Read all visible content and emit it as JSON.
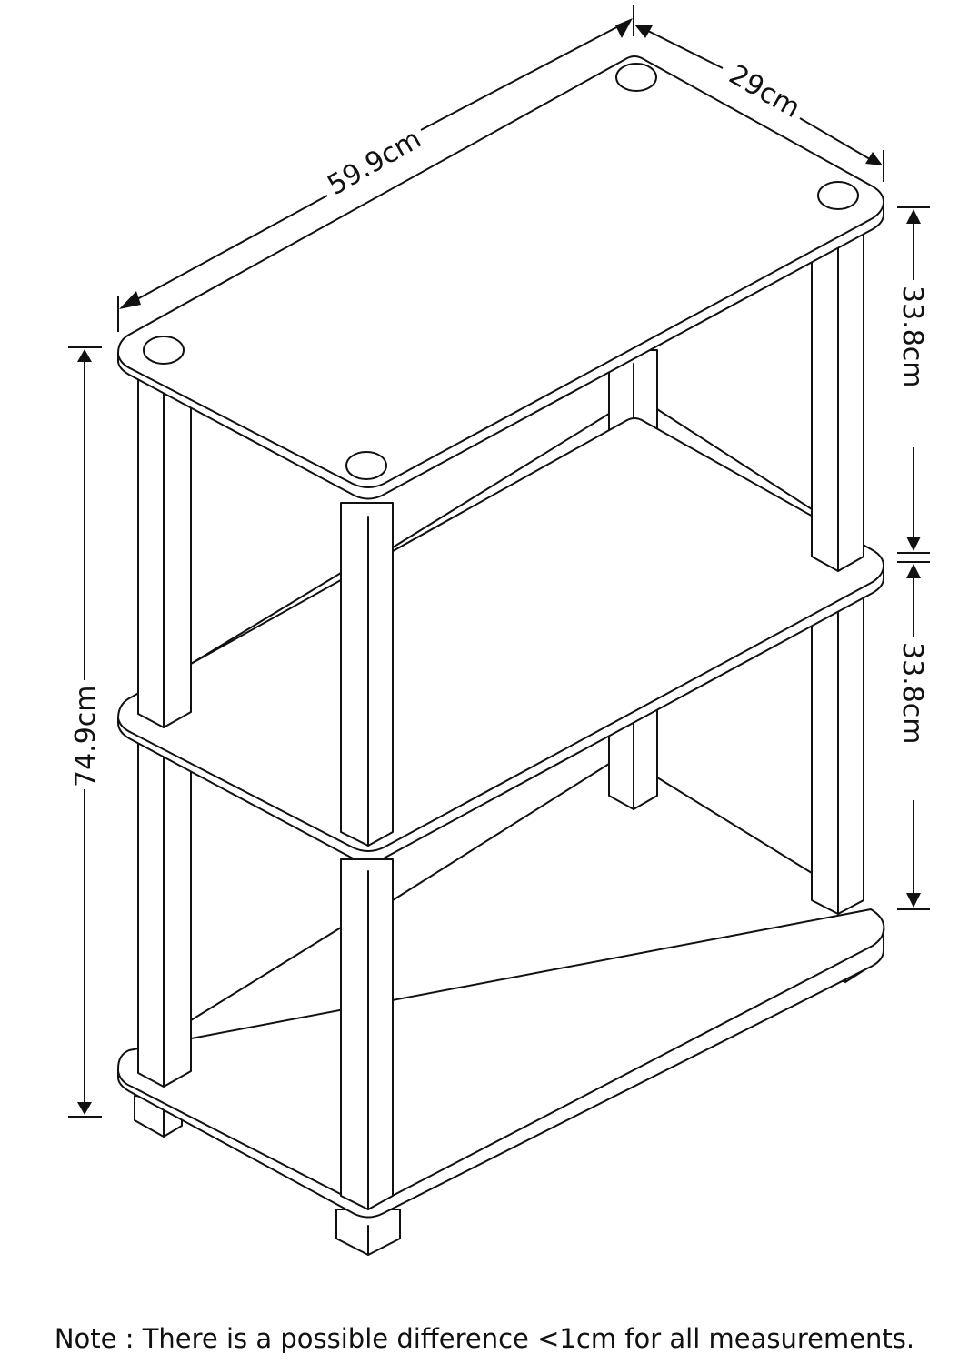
{
  "diagram": {
    "subject": "3-tier shelf line drawing with dimensions",
    "dimensions": {
      "width": "59.9cm",
      "depth": "29cm",
      "total_height": "74.9cm",
      "upper_tier_height": "33.8cm",
      "lower_tier_height": "33.8cm"
    },
    "note": "Note : There is a possible difference <1cm for all measurements."
  }
}
